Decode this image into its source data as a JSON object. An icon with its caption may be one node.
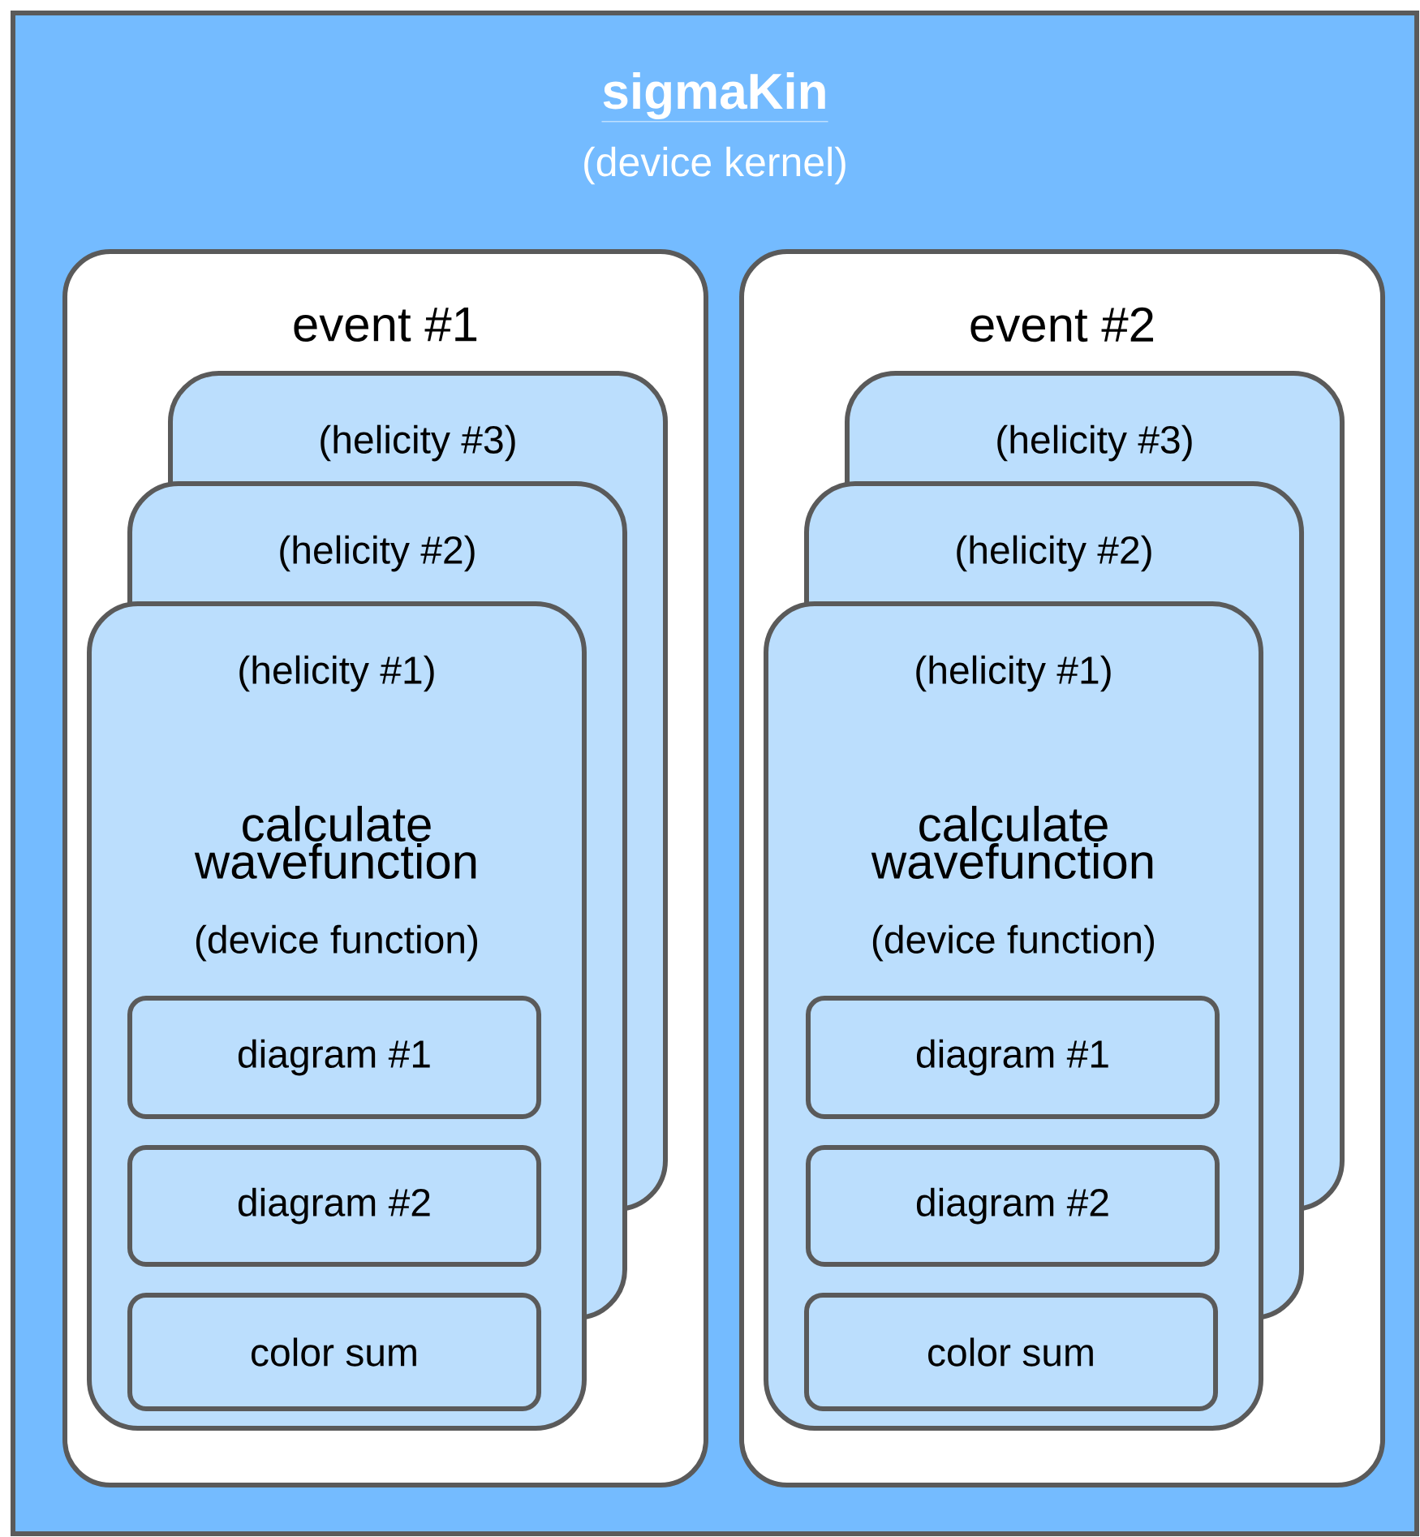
{
  "diagram": {
    "nodes": [
      {
        "text": [
          "sigmaKin",
          "(device kernel)"
        ]
      },
      {
        "text": [
          "event #1"
        ],
        "in": 0
      },
      {
        "text": [
          "(helicity #3)"
        ],
        "in": 1
      },
      {
        "text": [
          "(helicity #2)"
        ],
        "in": 1
      },
      {
        "text": [
          "(helicity #1)",
          "calculate wavefunction",
          "(device function)"
        ],
        "in": 1
      },
      {
        "text": [
          "diagram #1"
        ]
      },
      {
        "text": [
          "diagram #2"
        ]
      },
      {
        "text": [
          "color sum"
        ],
        "in": 4
      },
      {
        "text": [
          "event #2"
        ],
        "in": 0
      },
      {
        "text": [
          "(helicity #3)"
        ],
        "in": 8
      },
      {
        "text": [
          "(helicity #2)"
        ],
        "in": 8
      },
      {
        "text": [
          "(helicity #1)",
          "calculate wavefunction",
          "(device function)"
        ],
        "in": 8
      },
      {
        "text": [
          "diagram #1"
        ]
      },
      {
        "text": [
          "diagram #2"
        ]
      },
      {
        "text": [
          "color sum"
        ],
        "in": 11
      }
    ]
  }
}
